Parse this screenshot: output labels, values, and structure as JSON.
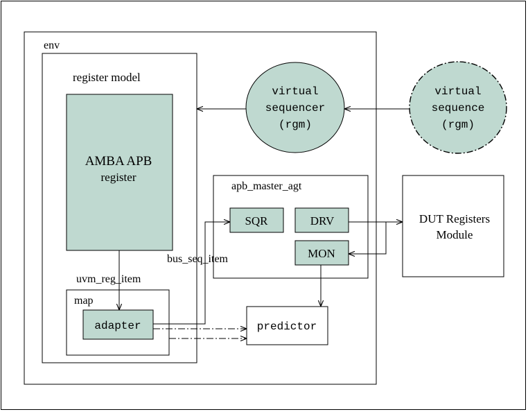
{
  "labels": {
    "env": "env",
    "register_model": "register model",
    "register_block_line1": "AMBA APB",
    "register_block_line2": "register",
    "uvm_reg_item": "uvm_reg_item",
    "map": "map",
    "adapter": "adapter",
    "bus_seq_item": "bus_seq_item",
    "apb_master_agt": "apb_master_agt",
    "sqr": "SQR",
    "drv": "DRV",
    "mon": "MON",
    "predictor": "predictor",
    "virtual_sequencer": [
      "virtual",
      "sequencer",
      "(rgm)"
    ],
    "virtual_sequence": [
      "virtual",
      "sequence",
      "(rgm)"
    ],
    "dut_line1": "DUT Registers",
    "dut_line2": "Module"
  },
  "colors": {
    "fill": "#bfd9d0",
    "stroke": "#000000",
    "background": "#ffffff"
  }
}
